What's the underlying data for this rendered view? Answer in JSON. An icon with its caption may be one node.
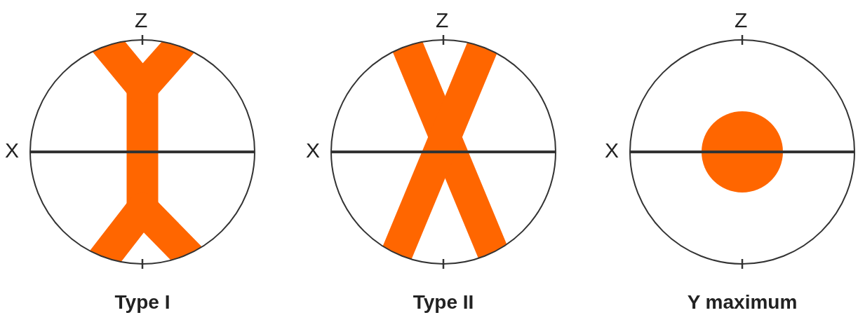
{
  "diagram": {
    "labels": [
      "Z",
      "X",
      "Type I",
      "Z",
      "X",
      "Type II",
      "Z",
      "X",
      "Y maximum"
    ]
  }
}
